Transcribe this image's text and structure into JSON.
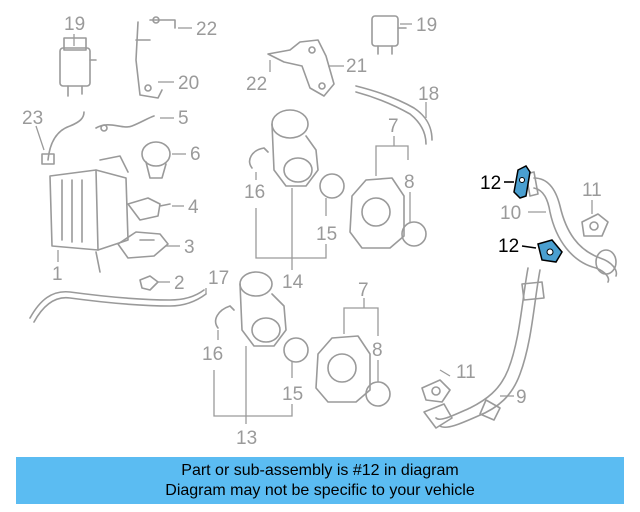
{
  "diagram": {
    "callouts": {
      "c23": "23",
      "c19a": "19",
      "c22a": "22",
      "c20": "20",
      "c5": "5",
      "c6": "6",
      "c4": "4",
      "c3": "3",
      "c2": "2",
      "c1": "1",
      "c17": "17",
      "c22b": "22",
      "c21": "21",
      "c19b": "19",
      "c18": "18",
      "c7a": "7",
      "c8a": "8",
      "c16a": "16",
      "c15a": "15",
      "c14": "14",
      "c16b": "16",
      "c15b": "15",
      "c13": "13",
      "c7b": "7",
      "c8b": "8",
      "c11a": "11",
      "c10": "10",
      "c11b": "11",
      "c9": "9",
      "c12a": "12",
      "c12b": "12"
    },
    "highlight_color": "#4a9fd0"
  },
  "banner": {
    "line1": "Part or sub-assembly is #12 in diagram",
    "line2": "Diagram may not be specific to your vehicle",
    "background": "#5bbcf2"
  }
}
